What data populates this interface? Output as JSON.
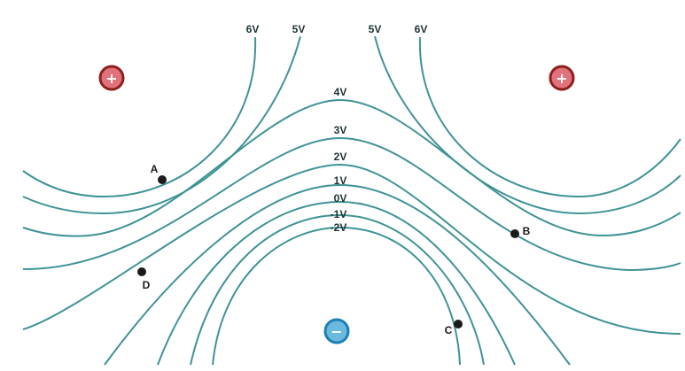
{
  "labels": {
    "top_6v_left": "6V",
    "top_5v_left": "5V",
    "top_5v_right": "5V",
    "top_6v_right": "6V",
    "v4": "4V",
    "v3": "3V",
    "v2": "2V",
    "v1": "1V",
    "v0": "0V",
    "vm1": "-1V",
    "vm2": "-2V"
  },
  "points": {
    "A": "A",
    "B": "B",
    "C": "C",
    "D": "D"
  },
  "charges": {
    "positive": "+",
    "negative": "−"
  },
  "colors": {
    "line": "#3f9396",
    "positive_fill": "#e0727c",
    "positive_stroke": "#8e1f1c",
    "negative_fill": "#6cb9de",
    "negative_stroke": "#1b80b6"
  }
}
